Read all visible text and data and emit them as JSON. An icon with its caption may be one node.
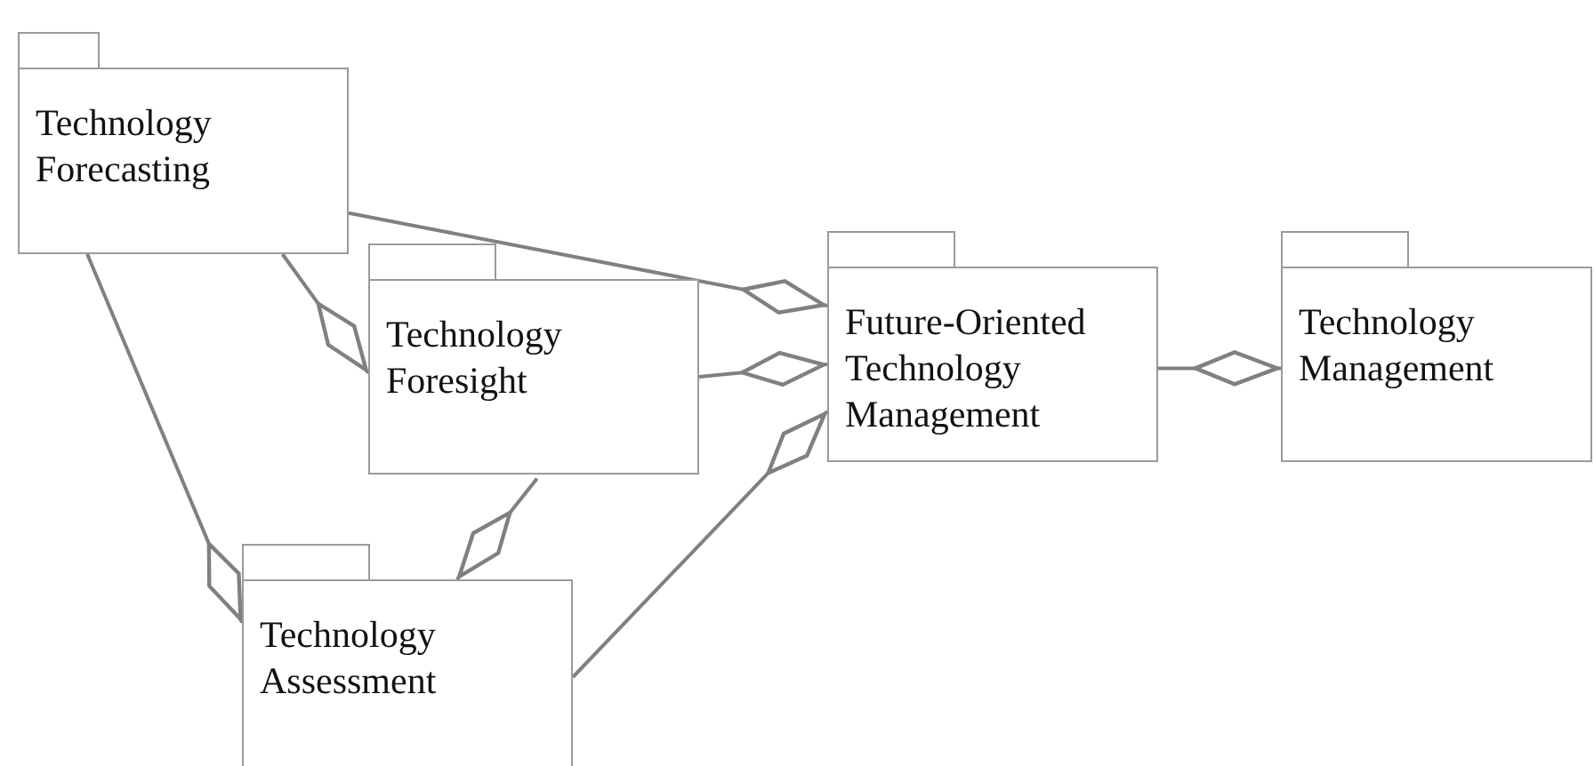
{
  "diagram": {
    "nodes": [
      {
        "text": [
          "Technology Forecasting"
        ]
      },
      {
        "text": [
          "Technology Foresight"
        ]
      },
      {
        "text": [
          "Future-Oriented Technology Management"
        ]
      },
      {
        "text": [
          "Technology Management"
        ]
      },
      {
        "text": [
          "Technology Assessment"
        ]
      }
    ],
    "edges": [
      {
        "from": 0,
        "to": 2,
        "arrow": "other"
      },
      {
        "from": 0,
        "to": 1,
        "arrow": "other"
      },
      {
        "from": 0,
        "to": 4,
        "arrow": "other"
      },
      {
        "from": 1,
        "to": 2,
        "arrow": "other"
      },
      {
        "from": 1,
        "to": 4,
        "arrow": "other"
      },
      {
        "from": 4,
        "to": 2,
        "arrow": "other"
      },
      {
        "from": 2,
        "to": 3,
        "arrow": "other"
      }
    ]
  }
}
